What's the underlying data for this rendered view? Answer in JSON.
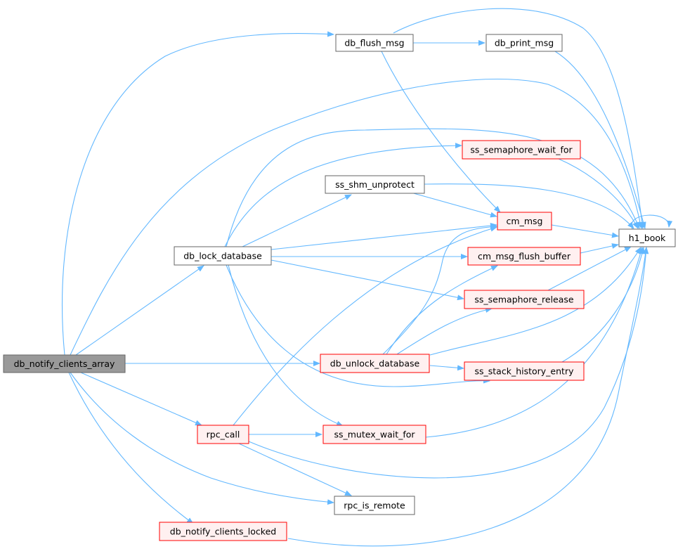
{
  "colors": {
    "edge": "#63b8ff",
    "root_fill": "#999999",
    "root_border": "#666666",
    "plain_fill": "#ffffff",
    "plain_border": "#666666",
    "red_fill": "#fff0f0",
    "red_border": "#ff0000"
  },
  "nodes": {
    "root": {
      "label": "db_notify_clients_array",
      "style": "root"
    },
    "db_flush_msg": {
      "label": "db_flush_msg",
      "style": "plain"
    },
    "db_print_msg": {
      "label": "db_print_msg",
      "style": "plain"
    },
    "ss_semaphore_wait_for": {
      "label": "ss_semaphore_wait_for",
      "style": "red"
    },
    "ss_shm_unprotect": {
      "label": "ss_shm_unprotect",
      "style": "plain"
    },
    "cm_msg": {
      "label": "cm_msg",
      "style": "red"
    },
    "h1_book": {
      "label": "h1_book",
      "style": "plain"
    },
    "db_lock_database": {
      "label": "db_lock_database",
      "style": "plain"
    },
    "cm_msg_flush_buffer": {
      "label": "cm_msg_flush_buffer",
      "style": "red"
    },
    "ss_semaphore_release": {
      "label": "ss_semaphore_release",
      "style": "red"
    },
    "db_unlock_database": {
      "label": "db_unlock_database",
      "style": "red"
    },
    "ss_stack_history_entry": {
      "label": "ss_stack_history_entry",
      "style": "red"
    },
    "rpc_call": {
      "label": "rpc_call",
      "style": "red"
    },
    "ss_mutex_wait_for": {
      "label": "ss_mutex_wait_for",
      "style": "red"
    },
    "rpc_is_remote": {
      "label": "rpc_is_remote",
      "style": "plain"
    },
    "db_notify_clients_locked": {
      "label": "db_notify_clients_locked",
      "style": "red"
    }
  }
}
